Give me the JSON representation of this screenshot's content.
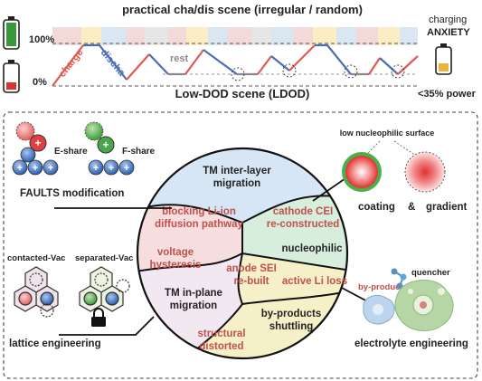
{
  "top": {
    "title": "practical cha/dis scene (irregular / random)",
    "bottom_title": "Low-DOD scene (LDOD)",
    "pct_100": "100%",
    "pct_0": "0%",
    "charge": "charge",
    "discharge": "discha",
    "rest": "rest",
    "anxiety_line1": "charging",
    "anxiety_line2": "ANXIETY",
    "power": "<35% power"
  },
  "center": {
    "tm_interlayer_1": "TM inter-layer",
    "tm_interlayer_2": "migration",
    "blocking_1": "blocking Li-ion",
    "blocking_2": "diffusion pathway",
    "cei_1": "cathode CEI",
    "cei_2": "re-constructed",
    "nucleophilic": "nucleophilic",
    "voltage_1": "voltage",
    "voltage_2": "hysteresis",
    "sei_1": "anode SEI",
    "sei_2": "re-built",
    "active_li": "active Li loss",
    "tm_inplane_1": "TM in-plane",
    "tm_inplane_2": "migration",
    "byproducts_1": "by-products",
    "byproducts_2": "shuttling",
    "structural_1": "structural",
    "structural_2": "distorted"
  },
  "corners": {
    "e_share": "E-share",
    "f_share": "F-share",
    "faults": "FAULTS modification",
    "low_nucleophilic": "low nucleophilic surface",
    "coating": "coating",
    "amp": "&",
    "gradient": "gradient",
    "contacted_vac": "contacted-Vac",
    "separated_vac": "separated-Vac",
    "lattice": "lattice engineering",
    "by_products": "by-products",
    "quencher": "quencher",
    "electrolyte": "electrolyte engineering"
  },
  "colors": {
    "charge_line": "#e05a4e",
    "discharge_line": "#4a6fb5",
    "rest_line": "#888888",
    "label_red": "#c0504d",
    "battery_green": "#3a9a3a",
    "battery_red": "#d9342b",
    "battery_yellow": "#e8b43a",
    "sector_blue": "#d6e6f5",
    "sector_pink": "#f7dede",
    "sector_green": "#d8eedd",
    "sector_yellow": "#f6f0c8",
    "sector_lavender": "#e7e0f0"
  }
}
